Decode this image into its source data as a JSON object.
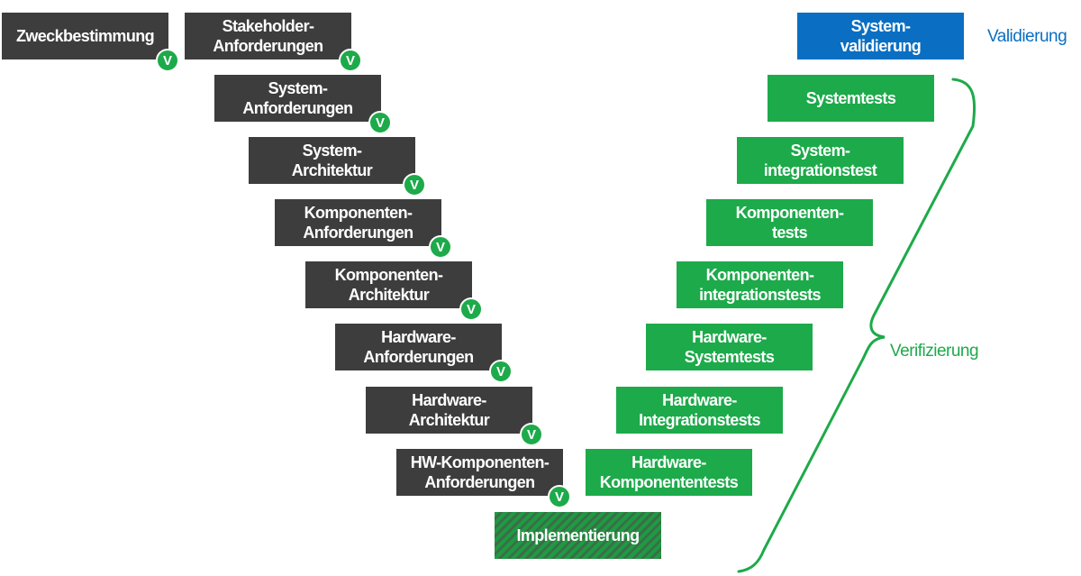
{
  "colors": {
    "requirement_box": "#3d3d3d",
    "test_box": "#1daa4a",
    "validation_box": "#0a6fc2",
    "check_badge": "#1daa4a",
    "verification_text": "#1daa4a",
    "validation_text": "#0a6fc2"
  },
  "check_mark": "V",
  "left_side": [
    "Zweckbestimmung",
    "Stakeholder-\nAnforderungen",
    "System-\nAnforderungen",
    "System-\nArchitektur",
    "Komponenten-\nAnforderungen",
    "Komponenten-\nArchitektur",
    "Hardware-\nAnforderungen",
    "Hardware-\nArchitektur",
    "HW-Komponenten-\nAnforderungen"
  ],
  "bottom": "Implementierung",
  "right_side": [
    "System-\nvalidierung",
    "Systemtests",
    "System-\nintegrationstest",
    "Komponenten-\ntests",
    "Komponenten-\nintegrationstests",
    "Hardware-\nSystemtests",
    "Hardware-\nIntegrationstests",
    "Hardware-\nKomponententests"
  ],
  "labels": {
    "validation": "Validierung",
    "verification": "Verifizierung"
  }
}
